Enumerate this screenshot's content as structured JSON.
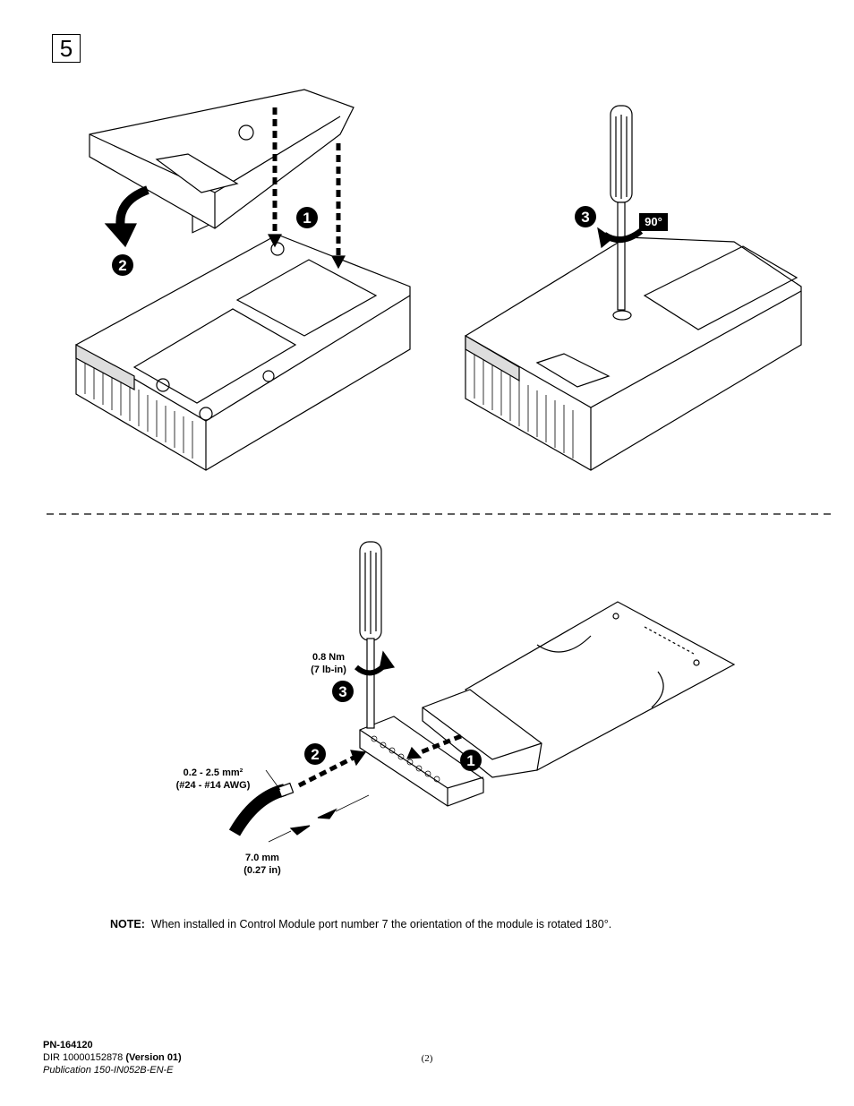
{
  "step": {
    "number": "5"
  },
  "callouts": {
    "c1": "1",
    "c2": "2",
    "c3": "3",
    "b1": "1",
    "b2": "2",
    "b3": "3"
  },
  "labels": {
    "rotation": "90°",
    "torque_line1": "0.8 Nm",
    "torque_line2": "(7 lb-in)",
    "wire_line1": "0.2 - 2.5 mm²",
    "wire_line2": "(#24 - #14 AWG)",
    "strip_line1": "7.0 mm",
    "strip_line2": "(0.27 in)"
  },
  "note": {
    "label": "NOTE:",
    "text": "When installed in Control Module port number 7 the orientation of the module is rotated 180°."
  },
  "footer": {
    "pn": "PN-164120",
    "dir": "DIR 10000152878",
    "version": "(Version 01)",
    "publication": "Publication 150-IN052B-EN-E",
    "page": "(2)"
  }
}
